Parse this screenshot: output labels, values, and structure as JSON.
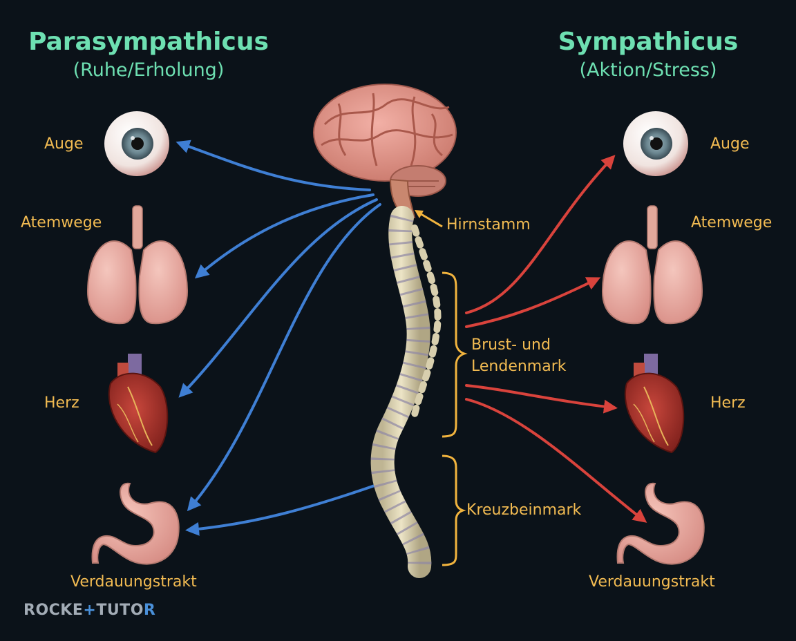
{
  "colors": {
    "background": "#0b1219",
    "heading": "#6ee0b2",
    "label": "#f2bb52",
    "parasympathetic_arrow": "#3f7fd4",
    "sympathetic_arrow": "#d9433c",
    "bracket": "#f2b43e"
  },
  "left": {
    "title": "Parasympathicus",
    "subtitle": "(Ruhe/Erholung)",
    "organs": [
      "Auge",
      "Atemwege",
      "Herz",
      "Verdauungstrakt"
    ]
  },
  "right": {
    "title": "Sympathicus",
    "subtitle": "(Aktion/Stress)",
    "organs": [
      "Auge",
      "Atemwege",
      "Herz",
      "Verdauungstrakt"
    ]
  },
  "center": {
    "brainstem": "Hirnstamm",
    "thoracolumbar_line1": "Brust- und",
    "thoracolumbar_line2": "Lendenmark",
    "sacral": "Kreuzbeinmark"
  },
  "brand": {
    "left": "ROCKE",
    "plus": "+",
    "middle": "TUTO",
    "end": "R"
  },
  "icons": [
    "eye-icon",
    "lungs-icon",
    "heart-icon",
    "stomach-icon",
    "brain-icon",
    "spine-icon"
  ]
}
